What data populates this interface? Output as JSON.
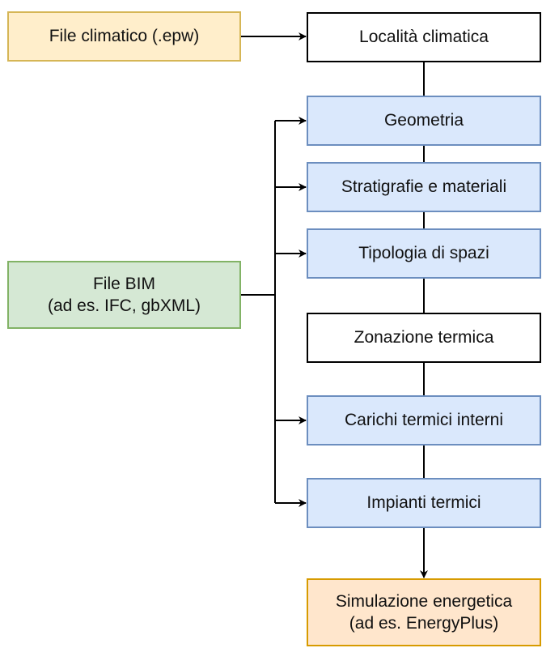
{
  "diagram": {
    "nodes": {
      "file_climatico": "File climatico (.epw)",
      "localita": "Località climatica",
      "geometria": "Geometria",
      "stratigrafie": "Stratigrafie e materiali",
      "tipologia": "Tipologia di spazi",
      "zonazione": "Zonazione termica",
      "carichi": "Carichi termici interni",
      "impianti": "Impianti termici",
      "file_bim": "File BIM\n(ad es. IFC, gbXML)",
      "simulazione": "Simulazione energetica\n(ad es. EnergyPlus)"
    },
    "colors": {
      "input_climate_fill": "#ffeecb",
      "input_climate_stroke": "#d6b656",
      "bim_fill": "#d5e8d4",
      "bim_stroke": "#82b366",
      "step_fill": "#dae8fc",
      "step_stroke": "#6c8ebf",
      "output_fill": "#ffe6cc",
      "output_stroke": "#d79b00",
      "plain_fill": "#ffffff",
      "line": "#000000"
    }
  }
}
